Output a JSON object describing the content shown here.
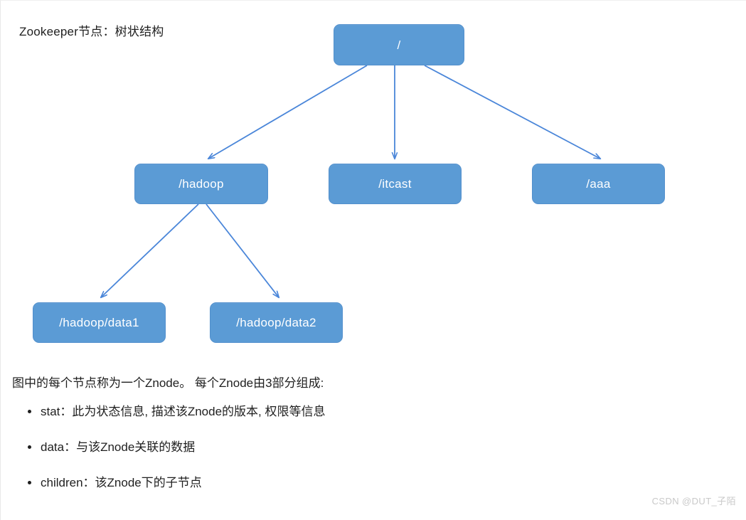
{
  "title": "Zookeeper节点：树状结构",
  "accent_color": "#5b9bd5",
  "connector_color": "#4a86d9",
  "diagram": {
    "nodes": [
      {
        "id": "root",
        "label": "/"
      },
      {
        "id": "hadoop",
        "label": "/hadoop"
      },
      {
        "id": "itcast",
        "label": "/itcast"
      },
      {
        "id": "aaa",
        "label": "/aaa"
      },
      {
        "id": "data1",
        "label": "/hadoop/data1"
      },
      {
        "id": "data2",
        "label": "/hadoop/data2"
      }
    ],
    "edges": [
      {
        "from": "root",
        "to": "hadoop"
      },
      {
        "from": "root",
        "to": "itcast"
      },
      {
        "from": "root",
        "to": "aaa"
      },
      {
        "from": "hadoop",
        "to": "data1"
      },
      {
        "from": "hadoop",
        "to": "data2"
      }
    ]
  },
  "body": {
    "intro": "图中的每个节点称为一个Znode。 每个Znode由3部分组成:",
    "bullets": [
      "stat：此为状态信息, 描述该Znode的版本, 权限等信息",
      "data：与该Znode关联的数据",
      "children：该Znode下的子节点"
    ]
  },
  "watermark": "CSDN @DUT_子陌"
}
